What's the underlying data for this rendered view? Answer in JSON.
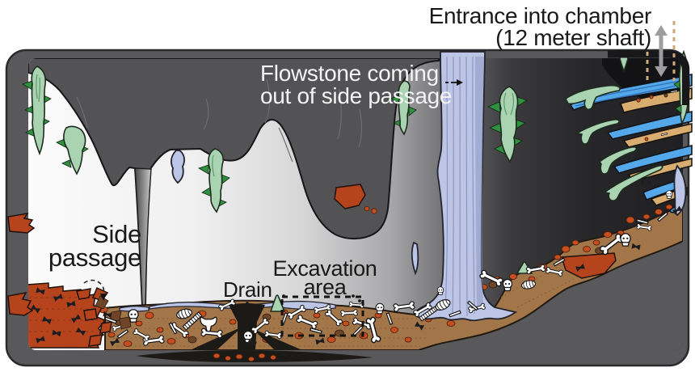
{
  "title": "Cave chamber cross-section diagram",
  "labels": {
    "entrance_line1": "Entrance into chamber",
    "entrance_line2": "(12 meter shaft)",
    "flowstone_line1": "Flowstone coming",
    "flowstone_line2": "out of side passage",
    "side_passage_line1": "Side",
    "side_passage_line2": "passage",
    "drain": "Drain",
    "excavation_line1": "Excavation",
    "excavation_line2": "area"
  },
  "colors": {
    "frame": "#59595b",
    "frame_outline": "#2b2b2d",
    "ceiling_rock": "#535355",
    "chamber_light": "#fbfbfb",
    "chamber_dark": "#202023",
    "flowstone_green": "#a9d3b1",
    "flowstone_green_dark": "#2e9140",
    "flowstone_periwinkle": "#bdc5e6",
    "periwinkle_stripe": "#8d96c0",
    "layer_blue": "#54a7e8",
    "layer_blue_stripe": "#2e6fb6",
    "layer_tan": "#d9ad70",
    "sediment_brown": "#a3764a",
    "sediment_outline": "#221a12",
    "rock_orange": "#c54d1e",
    "rock_red": "#b5431c",
    "rock_brown": "#6f4527",
    "bone_white": "#ffffff",
    "bone_outline": "#141414",
    "drain_black": "#1c1a17",
    "text_dark": "#191919",
    "text_light": "#f4f4f4",
    "arrow_gray": "#9d9d9f",
    "dash_tan": "#cfa87a"
  }
}
